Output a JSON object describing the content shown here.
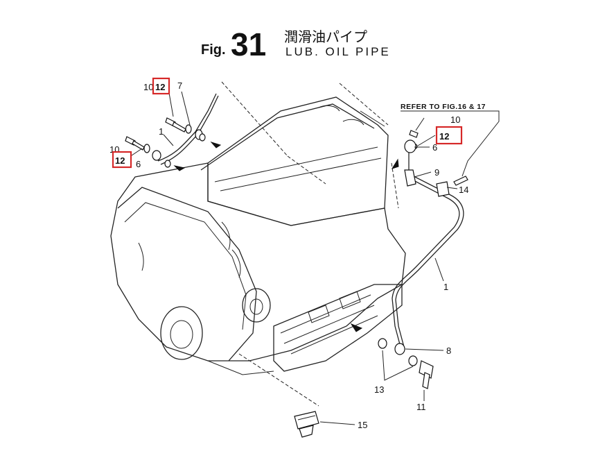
{
  "header": {
    "fig_prefix": "Fig.",
    "fig_number": "31",
    "title_jp": "潤滑油パイプ",
    "title_en": "LUB. OIL PIPE"
  },
  "refer_note": "REFER TO FIG.16 & 17",
  "callouts": {
    "top_left": {
      "a": "10",
      "b": "12",
      "c": "7",
      "d": "1"
    },
    "mid_left": {
      "a": "10",
      "b": "12",
      "c": "6"
    },
    "right": {
      "a": "10",
      "b": "12",
      "c": "6",
      "d": "9",
      "e": "14"
    },
    "pipe": "1",
    "bottom": {
      "a": "8",
      "b": "13",
      "c": "11",
      "d": "15"
    }
  },
  "highlight_color": "#d62828"
}
